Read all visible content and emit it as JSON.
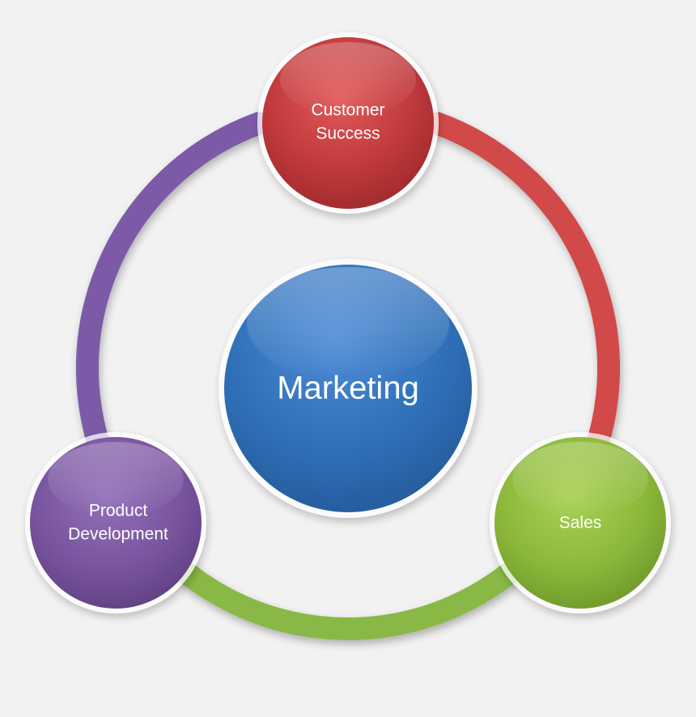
{
  "diagram": {
    "center": {
      "label": "Marketing",
      "color": "#2f6fb8"
    },
    "nodes": [
      {
        "id": "customer-success",
        "lines": [
          "Customer",
          "Success"
        ],
        "color": "#c0393b"
      },
      {
        "id": "sales",
        "lines": [
          "Sales"
        ],
        "color": "#8cb83a"
      },
      {
        "id": "product-development",
        "lines": [
          "Product",
          "Development"
        ],
        "color": "#7a559f"
      }
    ],
    "ring_arcs": [
      {
        "from": "customer-success",
        "to": "sales",
        "color": "#d24a48"
      },
      {
        "from": "sales",
        "to": "product-development",
        "color": "#8ab846"
      },
      {
        "from": "product-development",
        "to": "customer-success",
        "color": "#7d5aa8"
      }
    ]
  }
}
